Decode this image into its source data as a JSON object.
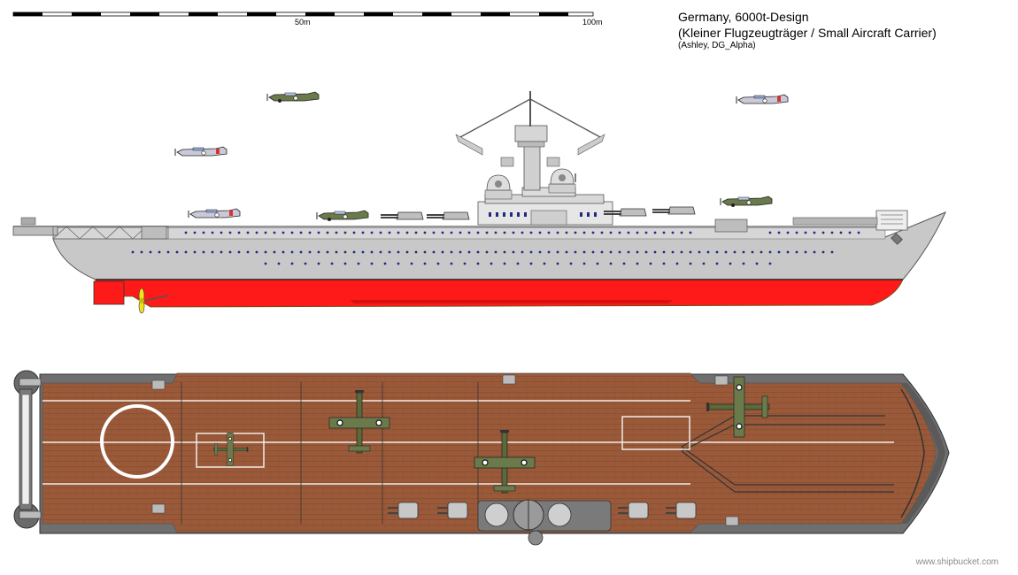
{
  "header": {
    "title_line1": "Germany, 6000t-Design",
    "title_line2": "(Kleiner Flugzeugträger / Small Aircraft Carrier)",
    "credit": "(Ashley, DG_Alpha)"
  },
  "scale": {
    "mid_label": "50m",
    "end_label": "100m"
  },
  "watermark": "www.shipbucket.com",
  "colors": {
    "hull": "#c8c8c8",
    "hull_outline": "#555555",
    "below_waterline": "#ff1a1a",
    "flight_deck": "#9a5a3a",
    "deck_planks": "#7e4529",
    "deck_edge": "#6a6a6a",
    "porthole": "#1f2a80",
    "aircraft_camo": "#6a7a4a",
    "aircraft_light": "#c9c9d8",
    "propeller": "#f2e21a"
  }
}
